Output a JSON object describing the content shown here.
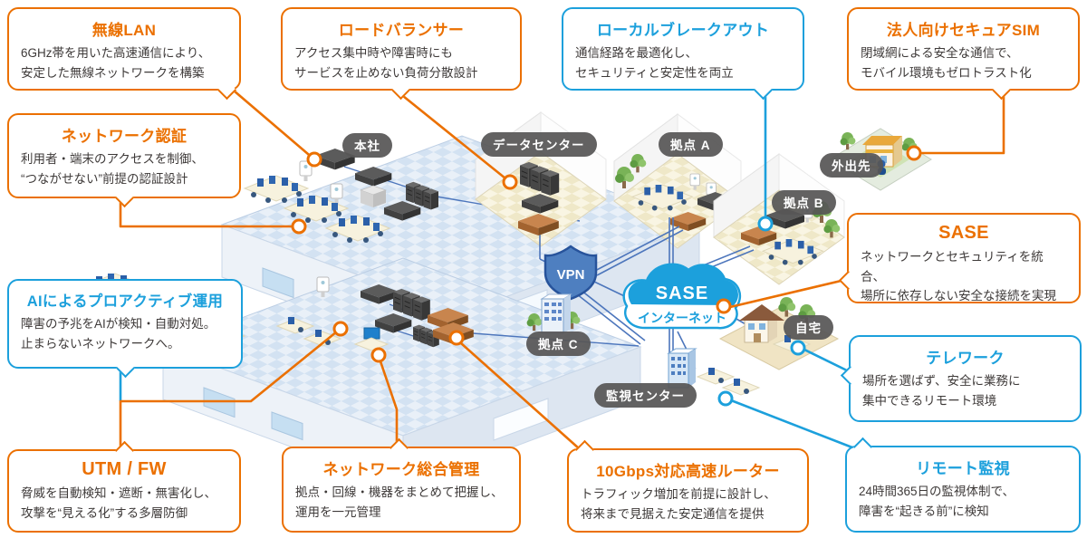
{
  "colors": {
    "orange": "#EB7000",
    "blue": "#1CA0DC",
    "pill_bg": "#575656",
    "line_blue": "#4D76BC"
  },
  "callouts": [
    {
      "id": "wireless-lan",
      "color": "orange",
      "title": "無線LAN",
      "line1": "6GHz帯を用いた高速通信により、",
      "line2": "安定した無線ネットワークを構築"
    },
    {
      "id": "load-balancer",
      "color": "orange",
      "title": "ロードバランサー",
      "line1": "アクセス集中時や障害時にも",
      "line2": "サービスを止めない負荷分散設計"
    },
    {
      "id": "local-breakout",
      "color": "blue",
      "title": "ローカルブレークアウト",
      "line1": "通信経路を最適化し、",
      "line2": "セキュリティと安定性を両立"
    },
    {
      "id": "secure-sim",
      "color": "orange",
      "title": "法人向けセキュアSIM",
      "line1": "閉域網による安全な通信で、",
      "line2": "モバイル環境もゼロトラスト化"
    },
    {
      "id": "network-auth",
      "color": "orange",
      "title": "ネットワーク認証",
      "line1": "利用者・端末のアクセスを制御、",
      "line2": "“つながせない”前提の認証設計"
    },
    {
      "id": "ai-proactive",
      "color": "blue",
      "title": "AIによるプロアクティブ運用",
      "line1": "障害の予兆をAIが検知・自動対処。",
      "line2": "止まらないネットワークへ。"
    },
    {
      "id": "sase",
      "color": "orange",
      "title": "SASE",
      "line1": "ネットワークとセキュリティを統合、",
      "line2": "場所に依存しない安全な接続を実現"
    },
    {
      "id": "telework",
      "color": "blue",
      "title": "テレワーク",
      "line1": "場所を選ばず、安全に業務に",
      "line2": "集中できるリモート環境"
    },
    {
      "id": "utm-fw",
      "color": "orange",
      "title": "UTM / FW",
      "line1": "脅威を自動検知・遮断・無害化し、",
      "line2": "攻撃を“見える化”する多層防御"
    },
    {
      "id": "network-management",
      "color": "orange",
      "title": "ネットワーク総合管理",
      "line1": "拠点・回線・機器をまとめて把握し、",
      "line2": "運用を一元管理"
    },
    {
      "id": "router-10g",
      "color": "orange",
      "title": "10Gbps対応高速ルーター",
      "line1": "トラフィック増加を前提に設計し、",
      "line2": "将来まで見据えた安定通信を提供"
    },
    {
      "id": "remote-monitoring",
      "color": "blue",
      "title": "リモート監視",
      "line1": "24時間365日の監視体制で、",
      "line2": "障害を“起きる前”に検知"
    }
  ],
  "labels": {
    "honsha": "本社",
    "datacenter": "データセンター",
    "site_a": "拠点 A",
    "site_b": "拠点 B",
    "gaishutsu": "外出先",
    "site_c": "拠点 C",
    "jitaku": "自宅",
    "kanshi": "監視センター"
  },
  "nodes": {
    "vpn": "VPN",
    "sase": "SASE",
    "internet": "インターネット"
  }
}
